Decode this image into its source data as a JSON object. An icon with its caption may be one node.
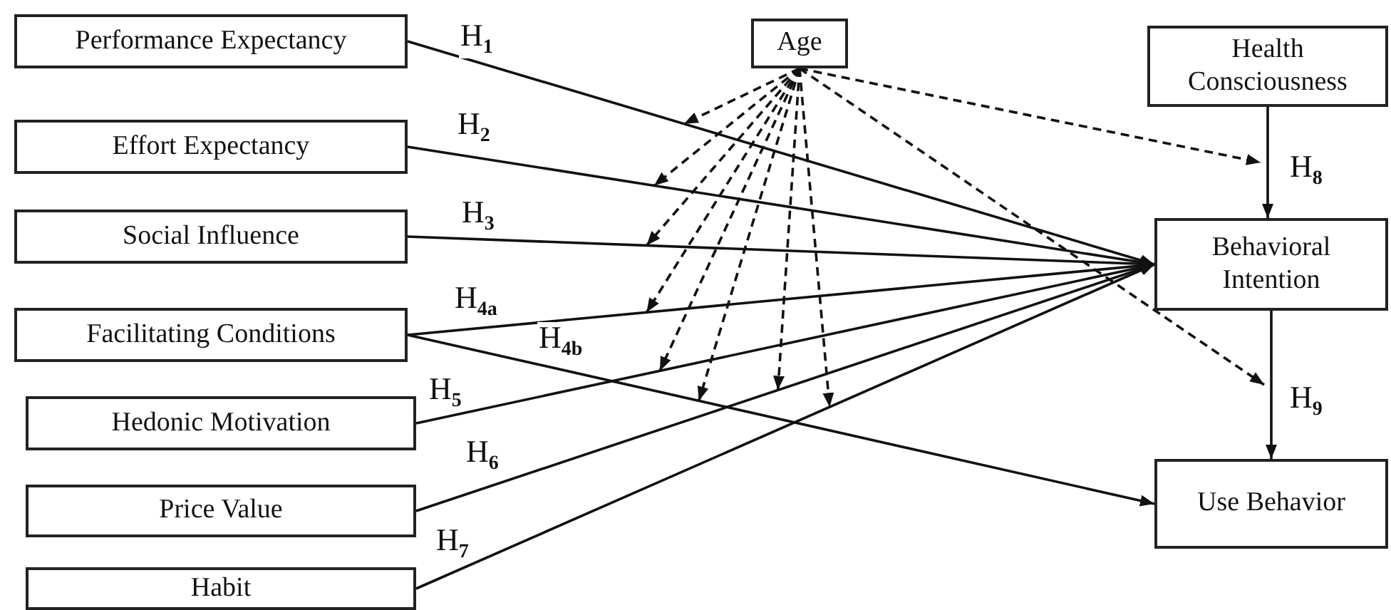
{
  "diagram": {
    "nodes": [
      {
        "text": [
          "Performance Expectancy"
        ]
      },
      {
        "text": [
          "Effort Expectancy"
        ]
      },
      {
        "text": [
          "Social Influence"
        ]
      },
      {
        "text": [
          "Facilitating Conditions"
        ]
      },
      {
        "text": [
          "Hedonic Motivation"
        ]
      },
      {
        "text": [
          "Price Value"
        ]
      },
      {
        "text": [
          "Habit"
        ]
      },
      {
        "text": [
          "Age"
        ]
      },
      {
        "text": [
          "Health Consciousness"
        ]
      },
      {
        "text": [
          "Behavioral Intention"
        ]
      },
      {
        "text": [
          "Use Behavior"
        ]
      }
    ],
    "edges": [
      {
        "from": 0,
        "to": 9,
        "arrow": "to",
        "label": "H$_{1}$"
      },
      {
        "from": 1,
        "to": 9,
        "arrow": "to",
        "label": "H$_{2}$"
      },
      {
        "from": 2,
        "to": 9,
        "arrow": "to",
        "label": "H$_{3}$"
      },
      {
        "from": 3,
        "to": 9,
        "arrow": "to",
        "label": "H$_{4a}$"
      },
      {
        "from": 4,
        "to": 9,
        "arrow": "to",
        "label": "H$_{5}$"
      },
      {
        "from": 5,
        "to": 9,
        "arrow": "to",
        "label": "H$_{6}$"
      },
      {
        "from": 6,
        "to": 9,
        "arrow": "to",
        "label": "H$_{7}$"
      },
      {
        "from": 3,
        "to": 10,
        "arrow": "to",
        "label": "H$_{4b}$"
      },
      {
        "from": 8,
        "to": 9,
        "arrow": "to",
        "label": "H$_{8}$"
      },
      {
        "from": 9,
        "to": 10,
        "arrow": "to",
        "label": "H$_{9}$"
      },
      {
        "from": 7,
        "to": null,
        "arrow": "to",
        "style": "dashed"
      },
      {
        "from": 7,
        "to": null,
        "arrow": "to",
        "style": "dashed"
      },
      {
        "from": 7,
        "to": null,
        "arrow": "to",
        "style": "dashed"
      },
      {
        "from": 7,
        "to": null,
        "arrow": "to",
        "style": "dashed"
      },
      {
        "from": 7,
        "to": null,
        "arrow": "to",
        "style": "dashed"
      },
      {
        "from": 7,
        "to": null,
        "arrow": "to",
        "style": "dashed"
      },
      {
        "from": 7,
        "to": null,
        "arrow": "to",
        "style": "dashed"
      },
      {
        "from": 7,
        "to": null,
        "arrow": "to",
        "style": "dashed"
      },
      {
        "from": 7,
        "to": null,
        "arrow": "to",
        "style": "dashed"
      },
      {
        "from": 7,
        "to": null,
        "arrow": "to",
        "style": "dashed"
      }
    ]
  }
}
